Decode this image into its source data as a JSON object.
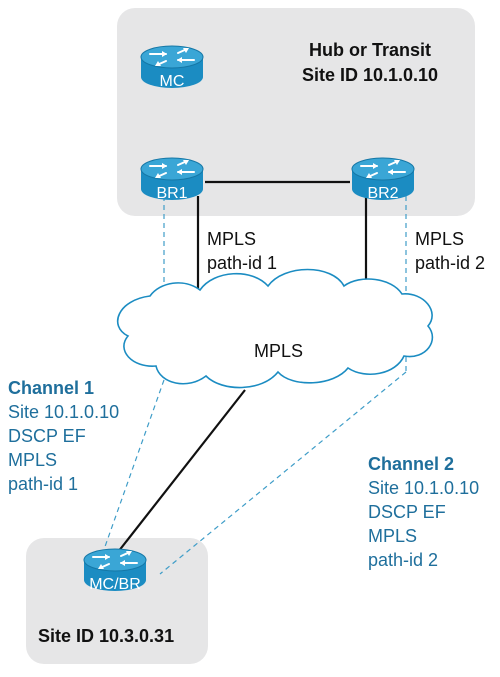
{
  "hub_site": {
    "title_line1": "Hub or Transit",
    "title_line2": "Site ID 10.1.0.10"
  },
  "routers": {
    "mc": "MC",
    "br1": "BR1",
    "br2": "BR2",
    "mc_br": "MC/BR"
  },
  "links": {
    "br1_label_line1": "MPLS",
    "br1_label_line2": "path-id 1",
    "br2_label_line1": "MPLS",
    "br2_label_line2": "path-id 2"
  },
  "cloud": {
    "label": "MPLS"
  },
  "channel_1": {
    "title": "Channel 1",
    "line1": "Site 10.1.0.10",
    "line2": "DSCP EF",
    "line3": "MPLS",
    "line4": "path-id 1"
  },
  "channel_2": {
    "title": "Channel 2",
    "line1": "Site 10.1.0.10",
    "line2": "DSCP EF",
    "line3": "MPLS",
    "line4": "path-id 2"
  },
  "branch_site": {
    "title": "Site ID 10.3.0.31"
  },
  "colors": {
    "site_box": "#e6e6e7",
    "router_body": "#1b8cc2",
    "router_top": "#3aa6d6",
    "channel_text": "#1f6f9c",
    "dashed_line": "#3f9dc8",
    "solid_line": "#111111"
  }
}
